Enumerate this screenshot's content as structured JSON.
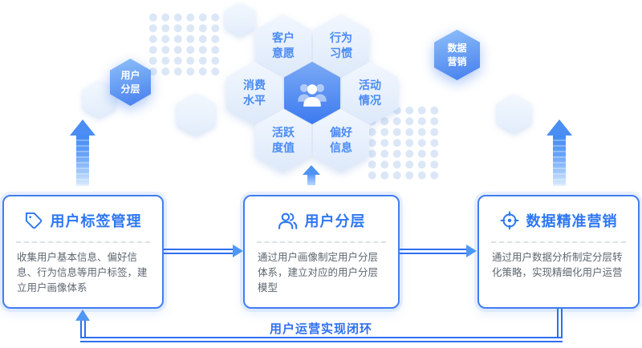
{
  "hex_cluster": {
    "center_icon": "users-group-icon",
    "items": [
      {
        "line1": "客户",
        "line2": "意愿"
      },
      {
        "line1": "行为",
        "line2": "习惯"
      },
      {
        "line1": "消费",
        "line2": "水平"
      },
      {
        "line1": "活动",
        "line2": "情况"
      },
      {
        "line1": "活跃",
        "line2": "度值"
      },
      {
        "line1": "偏好",
        "line2": "信息"
      }
    ]
  },
  "side_hexagons": {
    "left": {
      "line1": "用户",
      "line2": "分层"
    },
    "right": {
      "line1": "数据",
      "line2": "营销"
    }
  },
  "cards": [
    {
      "icon": "tag-icon",
      "title": "用户标签管理",
      "description": "收集用户基本信息、偏好信息、行为信息等用户标签，建立用户画像体系"
    },
    {
      "icon": "users-icon",
      "title": "用户分层",
      "description": "通过用户画像制定用户分层体系，建立对应的用户分层模型"
    },
    {
      "icon": "target-icon",
      "title": "数据精准营销",
      "description": "通过用户数据分析制定分层转化策略，实现精细化用户运营"
    }
  ],
  "loop_label": "用户运营实现闭环",
  "colors": {
    "accent_line": "#2f6ff0",
    "title_blue": "#2e77f2",
    "hex_label_blue": "#4a8bf3",
    "light_hex_fill": "#e9f1fc",
    "center_hex_blue": "#4a86f0",
    "body_text": "#5d6670"
  }
}
